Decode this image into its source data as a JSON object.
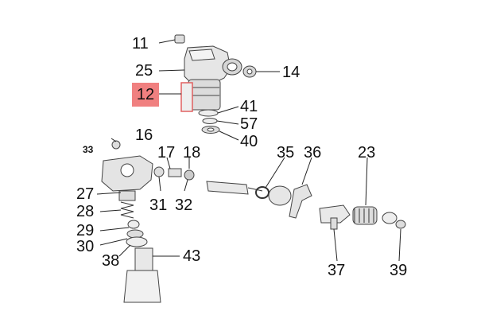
{
  "diagram": {
    "highlight_color": "#f08080",
    "highlighted_callout": "12",
    "callouts": {
      "c11": "11",
      "c25": "25",
      "c14": "14",
      "c12": "12",
      "c41": "41",
      "c57": "57",
      "c40": "40",
      "c16": "16",
      "c33": "33",
      "c17": "17",
      "c18": "18",
      "c35": "35",
      "c36": "36",
      "c23": "23",
      "c27": "27",
      "c31": "31",
      "c32": "32",
      "c28": "28",
      "c29": "29",
      "c30": "30",
      "c38": "38",
      "c43": "43",
      "c37": "37",
      "c39": "39"
    }
  }
}
